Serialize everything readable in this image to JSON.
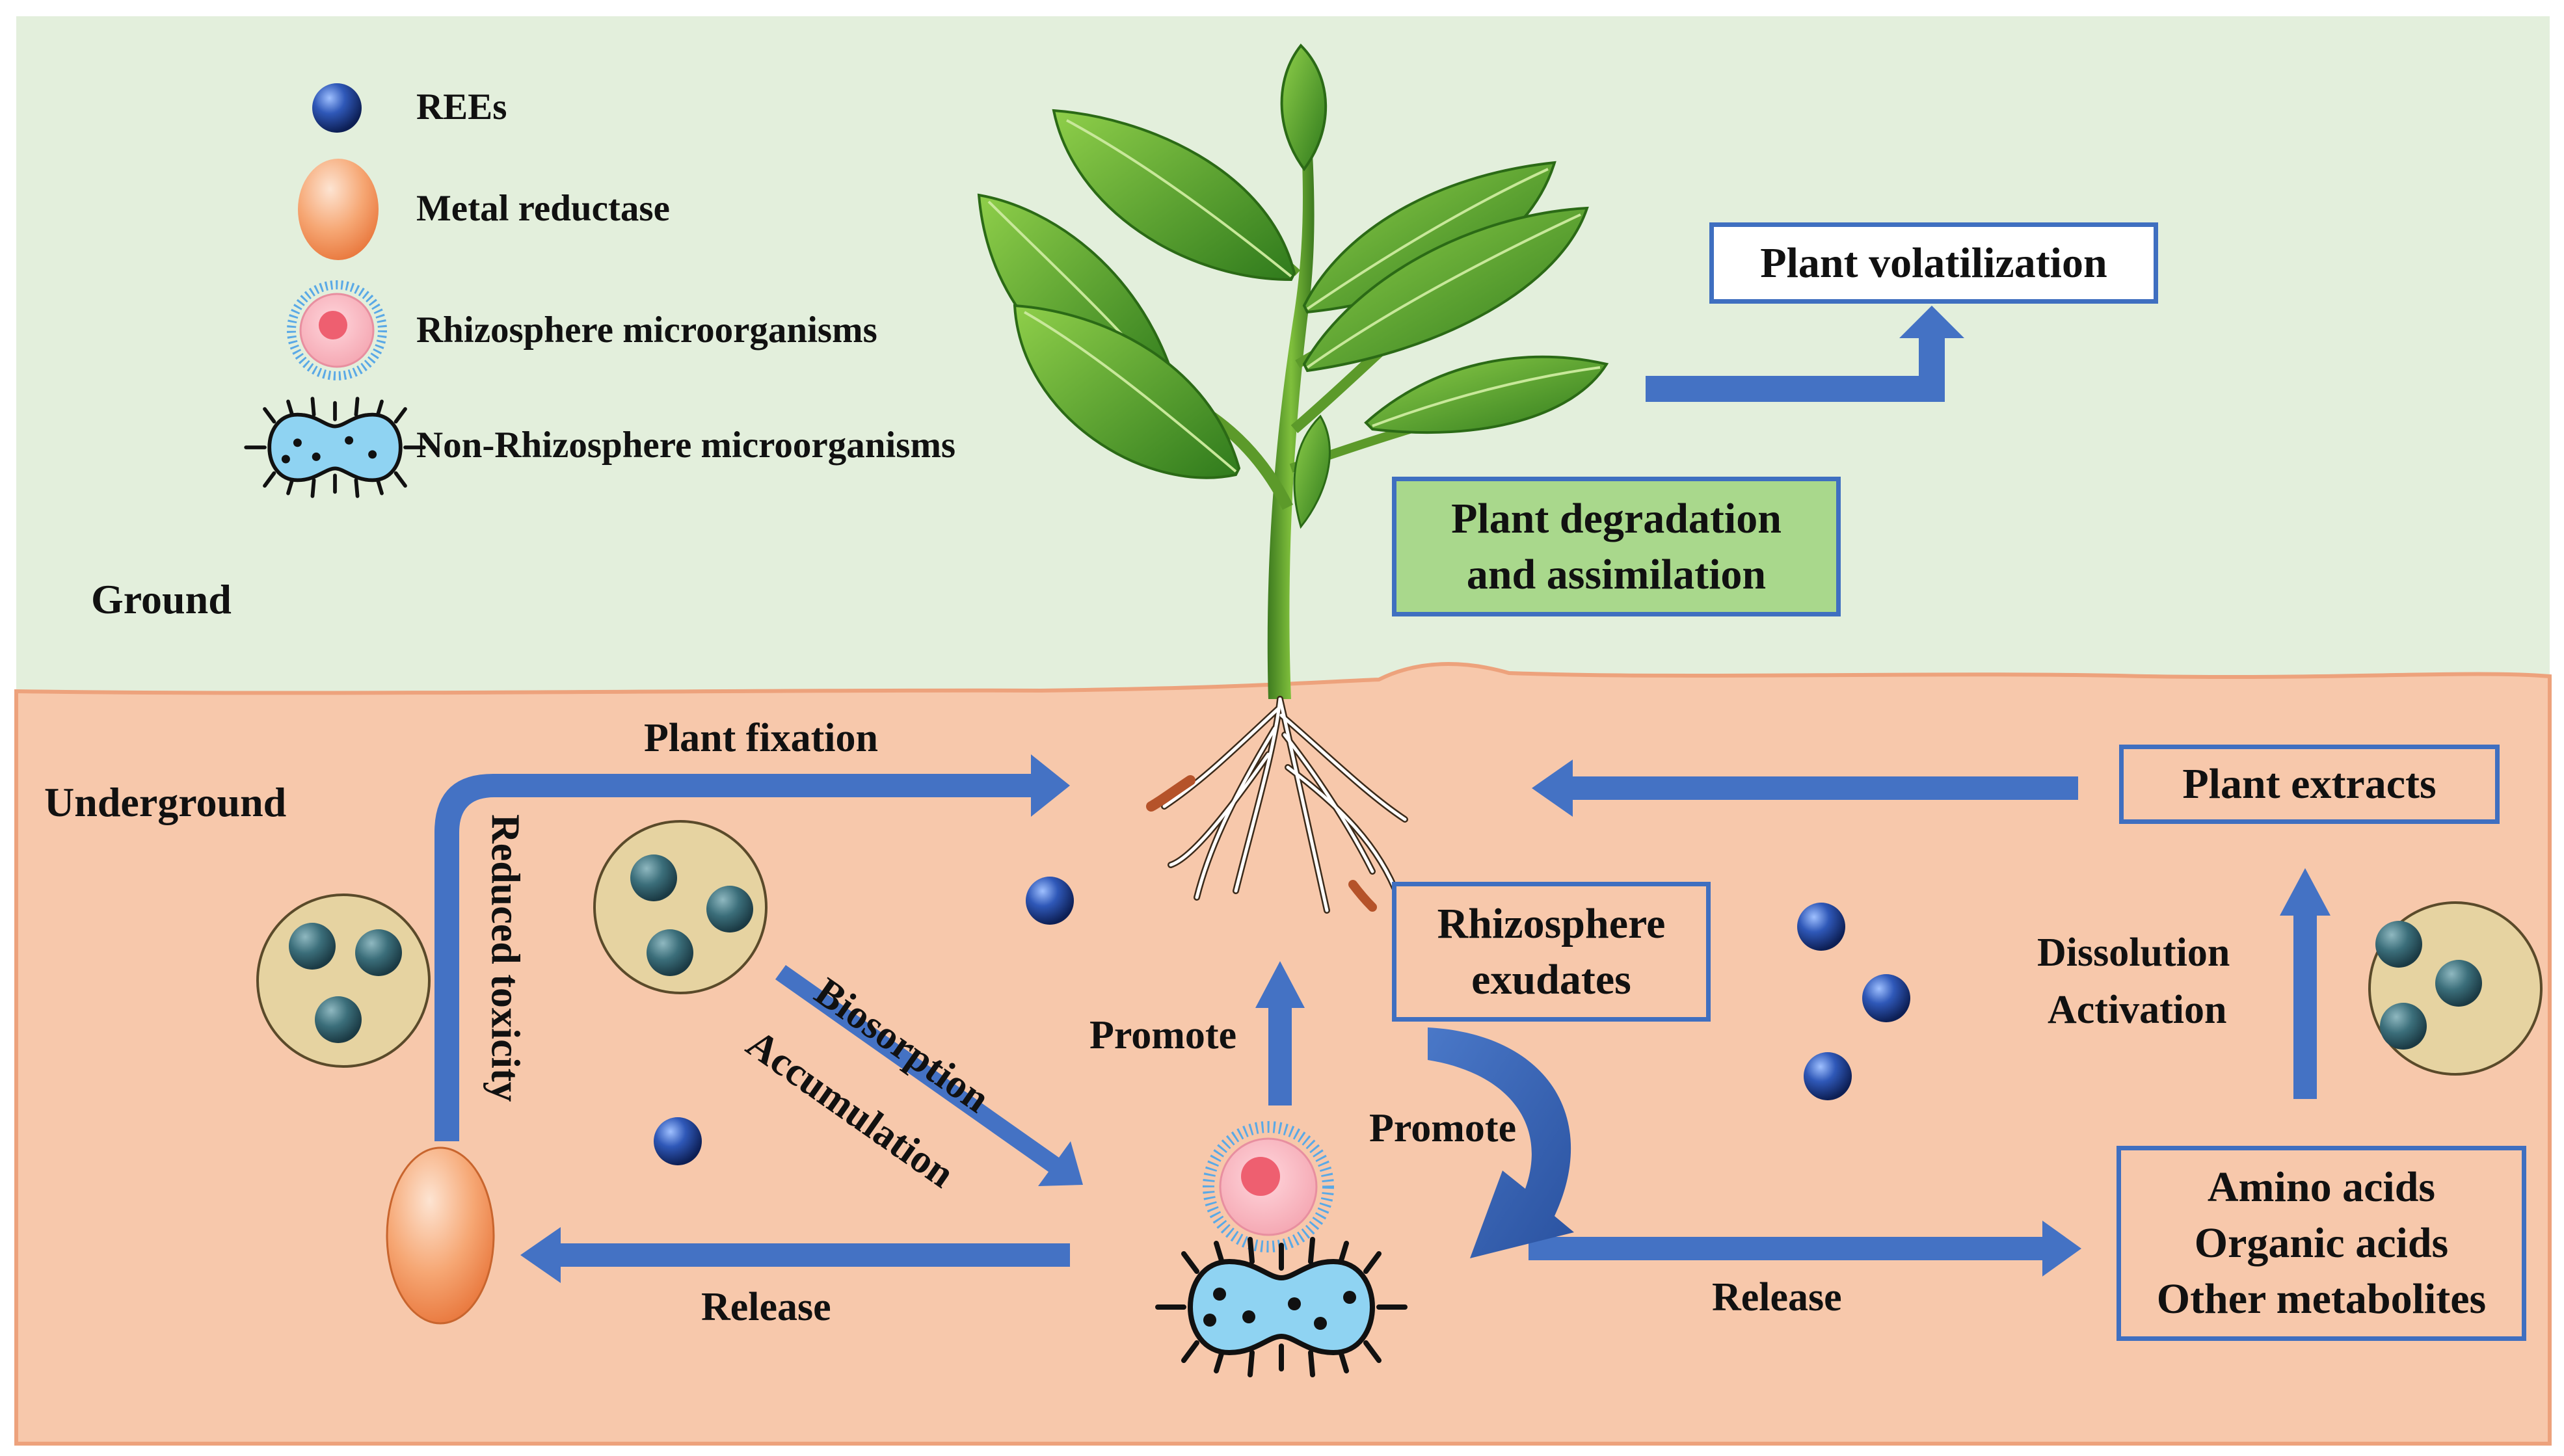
{
  "legend": {
    "rees": "REEs",
    "metal_reductase": "Metal reductase",
    "rhizosphere_microorganisms": "Rhizosphere microorganisms",
    "non_rhizosphere_microorganisms": "Non-Rhizosphere microorganisms"
  },
  "zones": {
    "ground": "Ground",
    "underground": "Underground"
  },
  "boxes": {
    "plant_volatilization": "Plant volatilization",
    "plant_degradation_line1": "Plant degradation",
    "plant_degradation_line2": "and assimilation",
    "rhizosphere_exudates_line1": "Rhizosphere",
    "rhizosphere_exudates_line2": "exudates",
    "plant_extracts": "Plant extracts",
    "metabolites_line1": "Amino acids",
    "metabolites_line2": "Organic acids",
    "metabolites_line3": "Other metabolites"
  },
  "flows": {
    "plant_fixation": "Plant fixation",
    "reduced_toxicity": "Reduced toxicity",
    "biosorption": "Biosorption",
    "accumulation": "Accumulation",
    "promote_up": "Promote",
    "promote_curve": "Promote",
    "release_left": "Release",
    "release_right": "Release",
    "dissolution": "Dissolution",
    "activation": "Activation"
  },
  "colors": {
    "sky": "#e3efdc",
    "soil": "#f7c8ab",
    "soil_line": "#eda27c",
    "arrow": "#4472c4",
    "box_border": "#3f6fc0",
    "degradation_fill": "#a9d88c",
    "cluster_fill": "#e6d3a1",
    "ree_particle": "#2c4f9c",
    "metal_reductase": "#f08a4b",
    "microbe_body": "#8fd3f2"
  },
  "icons": [
    "ree-particle-icon",
    "metal-reductase-icon",
    "rhizosphere-microorganism-icon",
    "non-rhizosphere-microorganism-icon",
    "plant-icon",
    "root-icon",
    "ree-cluster-icon"
  ]
}
